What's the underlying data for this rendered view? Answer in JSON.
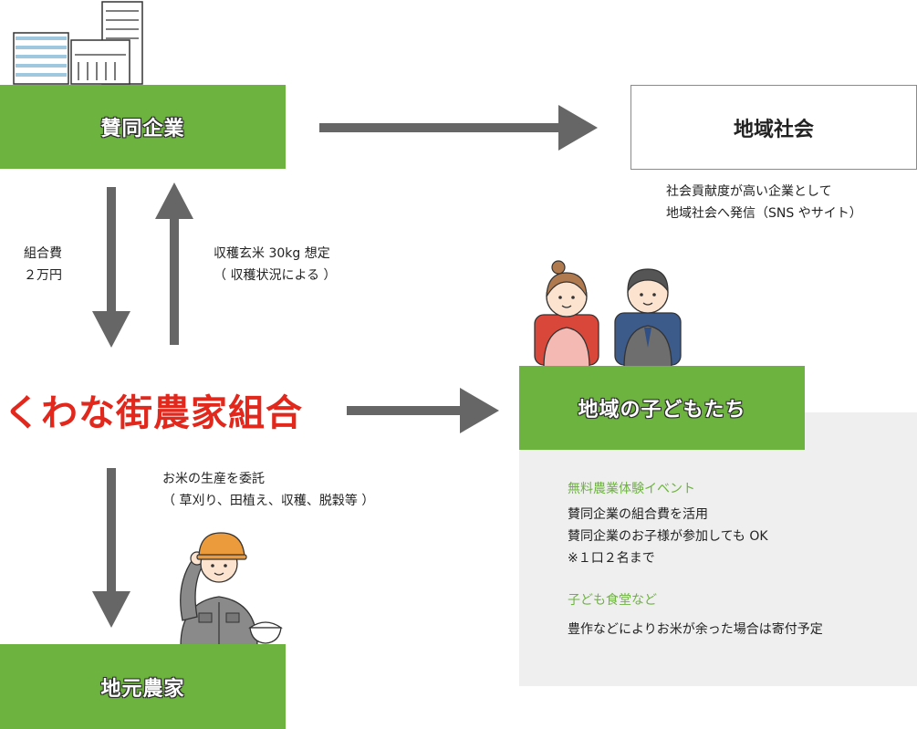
{
  "sponsor": {
    "label": "賛同企業"
  },
  "community": {
    "label": "地域社会"
  },
  "community_note": [
    "社会貢献度が高い企業として",
    "地域社会へ発信（SNS やサイト）"
  ],
  "fee_note": [
    "組合費",
    "２万円"
  ],
  "harvest_note": [
    "収穫玄米 30kg 想定",
    "（ 収穫状況による ）"
  ],
  "cooperative": {
    "label": "くわな街農家組合"
  },
  "children": {
    "label": "地域の子どもたち"
  },
  "entrust_note": [
    "お米の生産を委託",
    "（ 草刈り、田植え、収穫、脱穀等 ）"
  ],
  "farmer": {
    "label": "地元農家"
  },
  "activities": {
    "event_title": "無料農業体験イベント",
    "event_lines": [
      "賛同企業の組合費を活用",
      "賛同企業のお子様が参加しても OK",
      "※１口２名まで"
    ],
    "cafeteria_title": "子ども食堂など",
    "cafeteria_lines": [
      "豊作などによりお米が余った場合は寄付予定"
    ]
  },
  "colors": {
    "green": "#6db33f",
    "red": "#e2271c",
    "arrow": "#666666",
    "panel": "#efefef"
  },
  "icons": [
    "buildings-icon",
    "children-icon",
    "farmer-icon"
  ]
}
